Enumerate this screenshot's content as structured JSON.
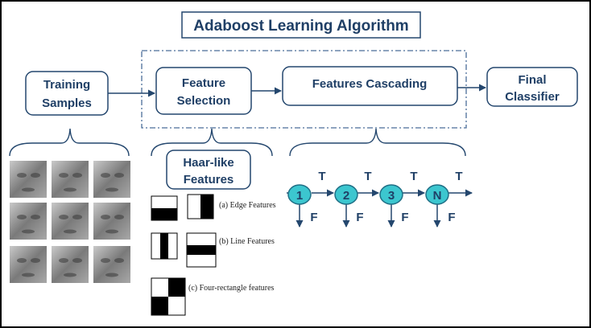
{
  "title": "Adaboost Learning Algorithm",
  "nodes": {
    "training_line1": "Training",
    "training_line2": "Samples",
    "feature_line1": "Feature",
    "feature_line2": "Selection",
    "cascade": "Features Cascading",
    "final_line1": "Final",
    "final_line2": "Classifier",
    "haar_line1": "Haar-like",
    "haar_line2": "Features"
  },
  "haar_labels": {
    "edge": "(a) Edge Features",
    "line": "(b) Line Features",
    "four": "(c) Four-rectangle features"
  },
  "cascade_stages": [
    "1",
    "2",
    "3",
    "N"
  ],
  "cascade_true": "T",
  "cascade_false": "F",
  "colors": {
    "box_stroke": "#24476e",
    "text": "#1f3f66",
    "node_fill": "#3cc6cf",
    "dashed": "#4a6d99"
  }
}
